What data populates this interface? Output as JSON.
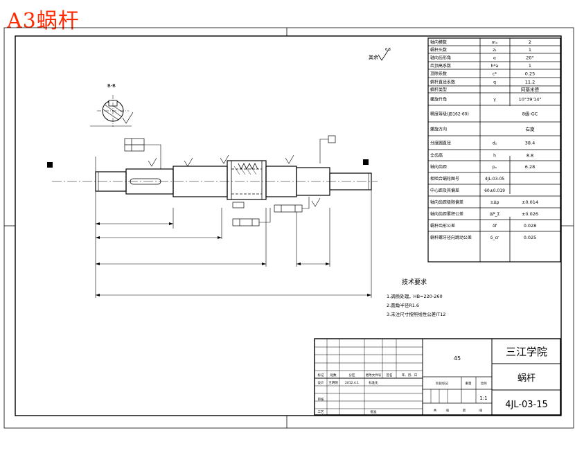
{
  "header": {
    "corner_title": "A3蜗杆"
  },
  "views": {
    "section_label": "B-B"
  },
  "rough_note": {
    "label": "其余",
    "value": "6.3"
  },
  "params": [
    {
      "name": "轴向模数",
      "sym": "mₓ",
      "val": "2"
    },
    {
      "name": "蜗杆头数",
      "sym": "z₁",
      "val": "1"
    },
    {
      "name": "轴向齿形角",
      "sym": "α",
      "val": "20°"
    },
    {
      "name": "齿顶高系数",
      "sym": "h*a",
      "val": "1"
    },
    {
      "name": "顶隙系数",
      "sym": "c*",
      "val": "0.25"
    },
    {
      "name": "蜗杆直径系数",
      "sym": "q",
      "val": "11.2"
    },
    {
      "name": "蜗杆类型",
      "sym": "",
      "val": "阿基米德"
    },
    {
      "name": "螺旋升角",
      "sym": "γ",
      "val": "10°39'14\""
    },
    {
      "name": "精度等级(JB162-60)",
      "sym": "",
      "val": "8级-GC"
    },
    {
      "name": "螺旋方向",
      "sym": "",
      "val": "右旋"
    },
    {
      "name": "分度圆直径",
      "sym": "d₁",
      "val": "38.4"
    },
    {
      "name": "全齿高",
      "sym": "h",
      "val": "8.8"
    },
    {
      "name": "轴向齿距",
      "sym": "pₓ",
      "val": "6.28"
    },
    {
      "name": "相啮合蜗轮图号",
      "sym": "4JL-03-05",
      "val": ""
    },
    {
      "name": "中心距及其偏差",
      "sym": "60±0.019",
      "val": ""
    },
    {
      "name": "轴向齿距极限偏差",
      "sym": "±Δp",
      "val": "±0.014"
    },
    {
      "name": "轴向齿距累积公差",
      "sym": "ΔP_Σ",
      "val": "±0.026"
    },
    {
      "name": "蜗杆齿形公差",
      "sym": "δf",
      "val": "0.028"
    },
    {
      "name": "蜗杆螺牙径向跳动公差",
      "sym": "δ_cr",
      "val": "0.025"
    }
  ],
  "tech": {
    "title": "技术要求",
    "items": [
      "1.调质处理，HB=220-260",
      "2.圆角半径R1.6",
      "3.未注尺寸按照线性公差IT12"
    ]
  },
  "title_block": {
    "material": "45",
    "school": "三江学院",
    "part": "蜗杆",
    "code": "4JL-03-15",
    "scale": "1:1",
    "col_labels": [
      "标记",
      "处数",
      "分区",
      "更改文件号",
      "签名",
      "年、月、日"
    ],
    "row_labels": [
      "设计",
      "标准化",
      "审核",
      "工艺",
      "批准"
    ],
    "designer": "王明明",
    "date": "2012.4.1",
    "stage_labels": [
      "阶段标记",
      "重量",
      "比例"
    ],
    "sheet_labels": [
      "共",
      "张",
      "第",
      "张"
    ]
  }
}
